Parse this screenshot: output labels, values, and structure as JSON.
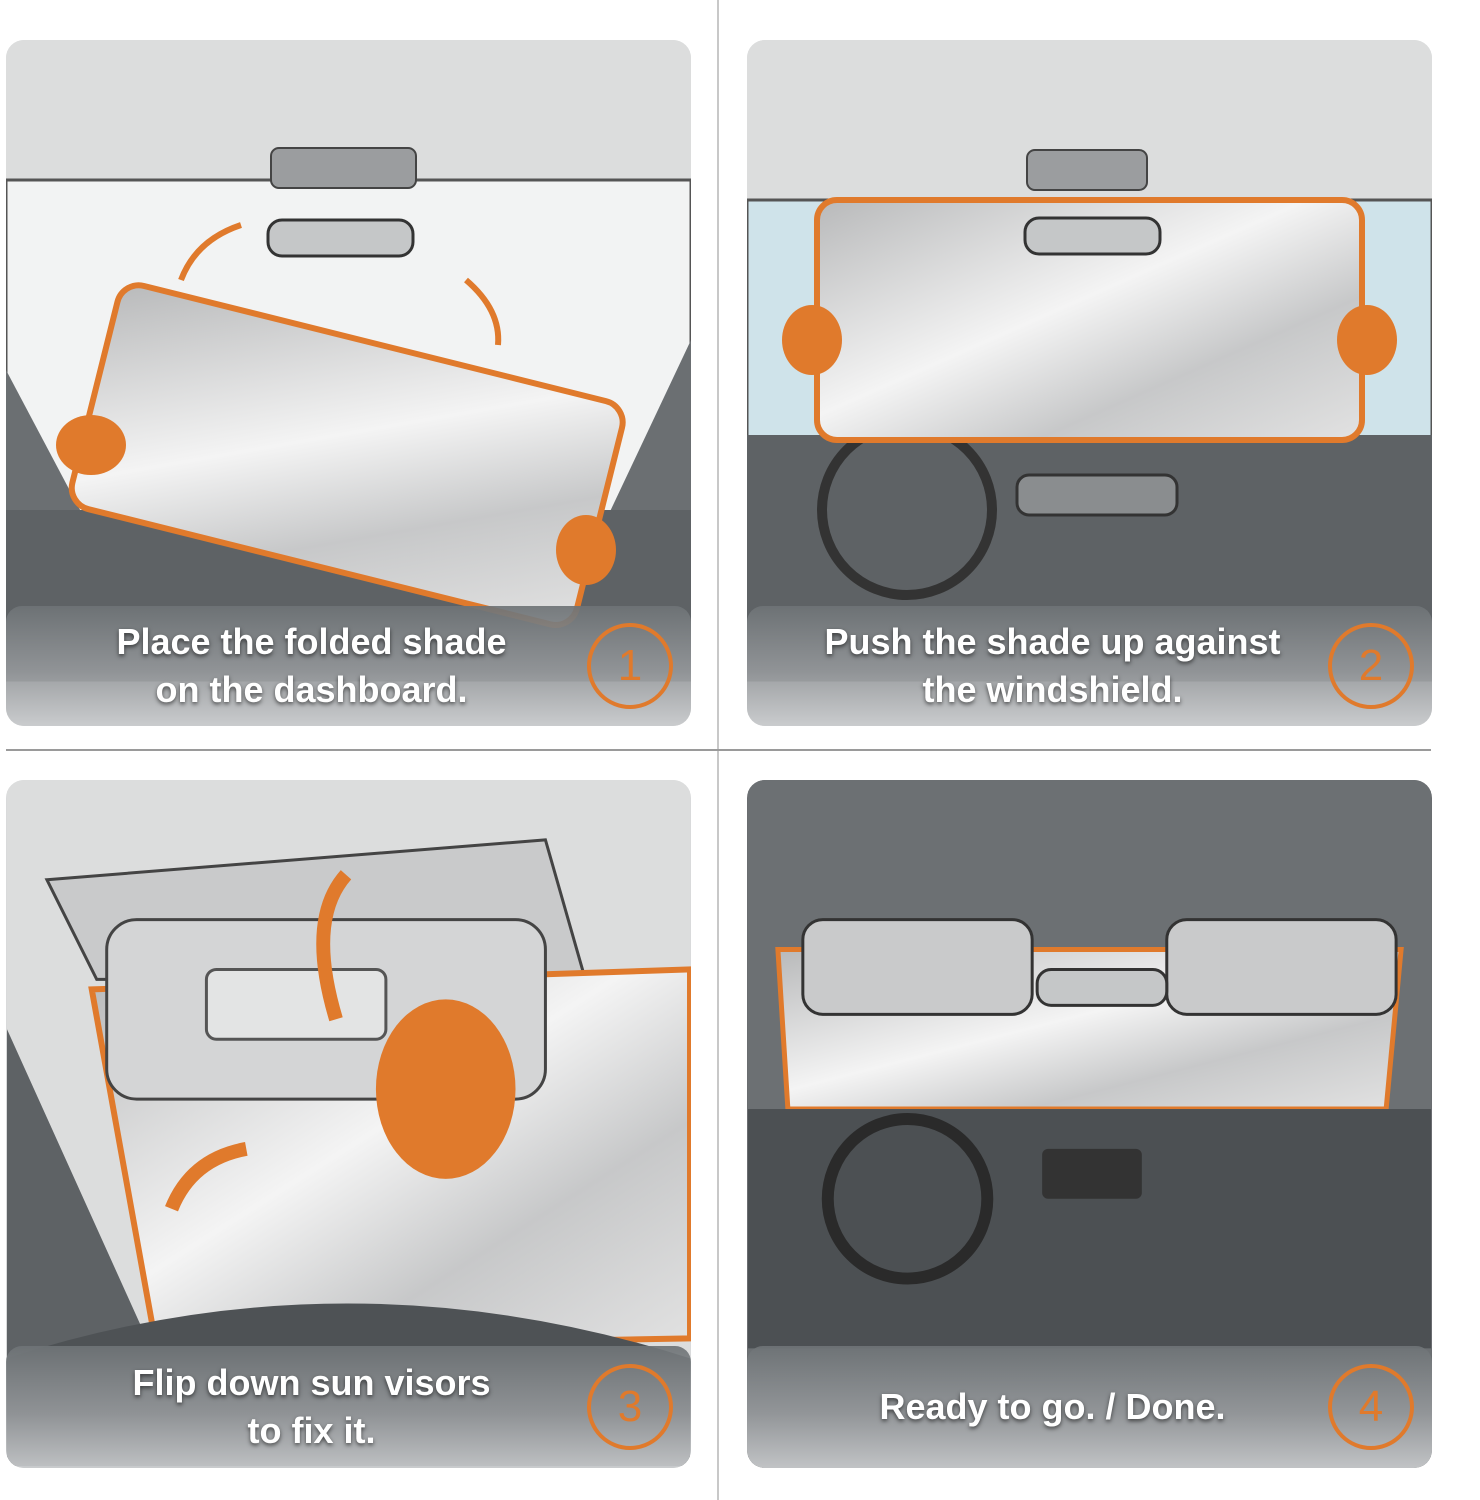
{
  "colors": {
    "accent": "#e07a2c",
    "shade": "#cfd0d1",
    "interior": "#5c6063"
  },
  "steps": [
    {
      "number": "1",
      "text": "Place the folded shade\non the dashboard."
    },
    {
      "number": "2",
      "text": "Push the shade up against\nthe windshield."
    },
    {
      "number": "3",
      "text": "Flip down sun visors\nto fix it."
    },
    {
      "number": "4",
      "text": "Ready to go. / Done."
    }
  ]
}
